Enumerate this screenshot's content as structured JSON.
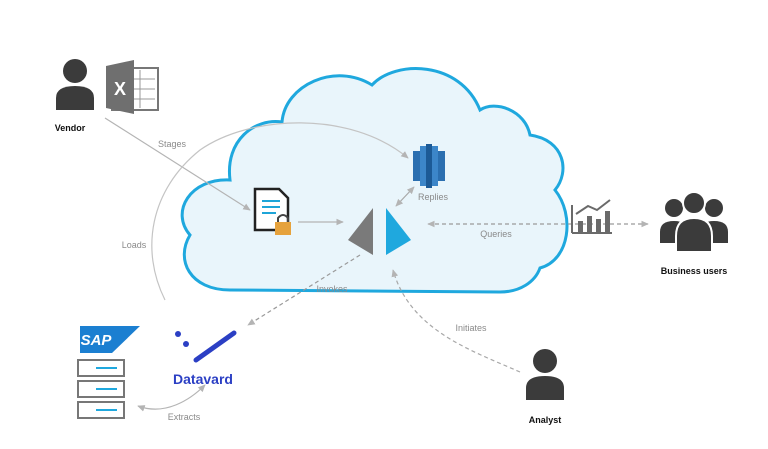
{
  "actors": {
    "vendor": "Vendor",
    "business_users": "Business users",
    "analyst": "Analyst"
  },
  "flows": {
    "stages": "Stages",
    "loads": "Loads",
    "replies": "Replies",
    "queries": "Queries",
    "invokes": "Invokes",
    "initiates": "Initiates",
    "extracts": "Extracts"
  },
  "brands": {
    "datavard": "Datavard",
    "sap": "SAP",
    "excel_letter": "X"
  },
  "colors": {
    "cloud_stroke": "#1fa8de",
    "cloud_fill": "#e9f5fb",
    "person": "#3b3b3b",
    "connector": "#b4b4b4",
    "brand_blue": "#2b3fc4",
    "sap_blue": "#1b7fd1"
  },
  "icons": [
    "person-icon",
    "excel-icon",
    "secure-document-icon",
    "database-icon",
    "lambda-icon",
    "chart-icon",
    "group-icon",
    "server-rack-icon",
    "sap-logo",
    "datavard-logo"
  ]
}
